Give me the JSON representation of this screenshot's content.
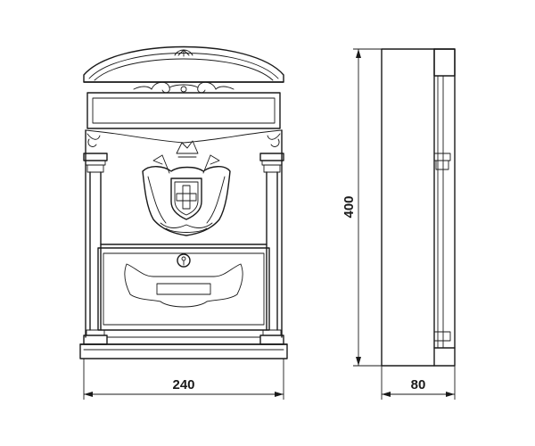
{
  "dimensions": {
    "width": "240",
    "height": "400",
    "depth": "80"
  },
  "colors": {
    "line": "#1a1a1a",
    "background": "#ffffff"
  }
}
